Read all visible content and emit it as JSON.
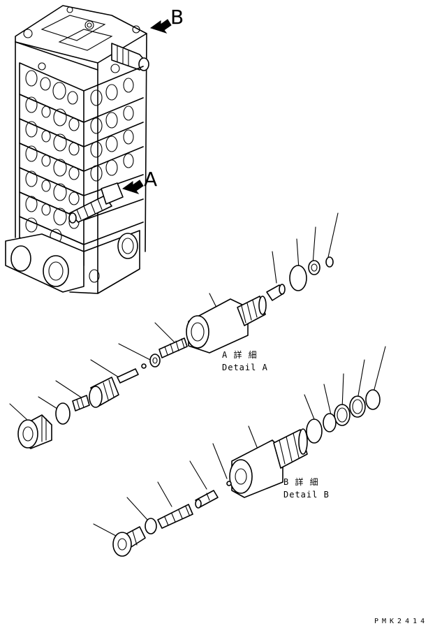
{
  "view_labels": {
    "view_a": "A",
    "view_b": "B"
  },
  "detail_a": {
    "jp": "A 詳 細",
    "en": "Detail A"
  },
  "detail_b": {
    "jp": "B 詳 細",
    "en": "Detail B"
  },
  "drawing_code": "PMK2414"
}
